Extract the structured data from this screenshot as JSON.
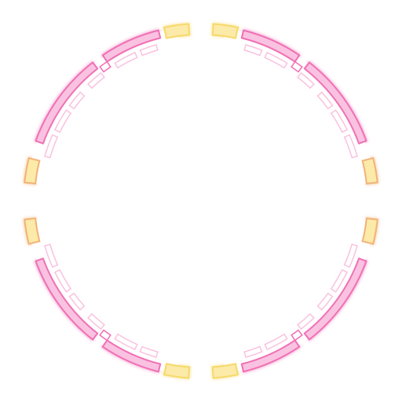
{
  "ring": {
    "quadrants": [
      {
        "id": "top-left"
      },
      {
        "id": "top-right"
      },
      {
        "id": "bottom-left"
      },
      {
        "id": "bottom-right"
      }
    ]
  },
  "colors": {
    "background": "#ffffff",
    "pink": "#f06fb5",
    "pink_light": "#f9c2e0",
    "yellow": "#f7d96a",
    "yellow_light": "#fbeaa8",
    "orange": "#f2b27a",
    "glow": "#ffffff"
  }
}
